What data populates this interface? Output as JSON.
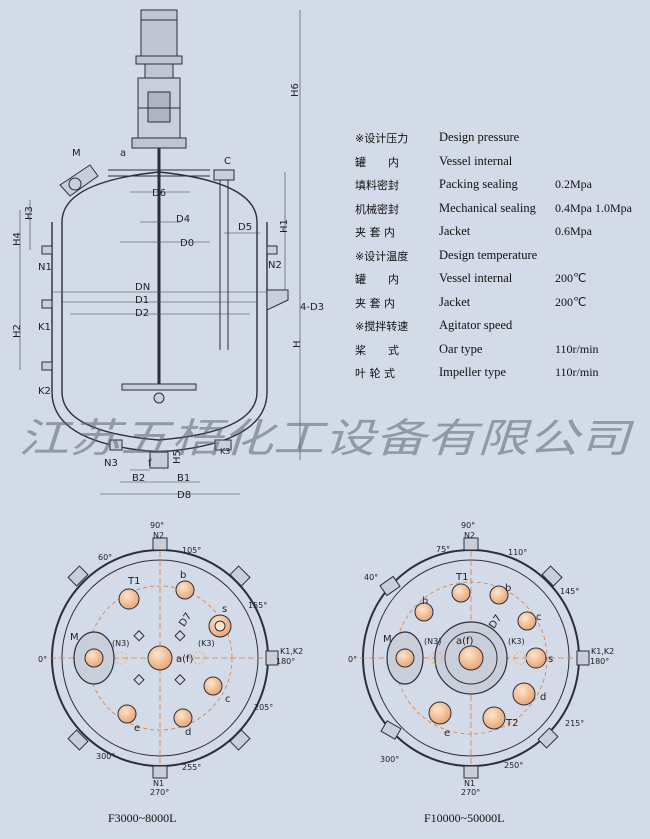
{
  "spec": {
    "rows": [
      {
        "cn": "※设计压力",
        "en": "Design pressure",
        "val": ""
      },
      {
        "cn": "罐　　内",
        "en": "Vessel internal",
        "val": ""
      },
      {
        "cn": "填料密封",
        "en": "Packing sealing",
        "val": "0.2Mpa"
      },
      {
        "cn": "机械密封",
        "en": "Mechanical sealing",
        "val": "0.4Mpa  1.0Mpa"
      },
      {
        "cn": "夹 套 内",
        "en": "Jacket",
        "val": "0.6Mpa"
      },
      {
        "cn": "※设计温度",
        "en": "Design temperature",
        "val": ""
      },
      {
        "cn": "罐　　内",
        "en": "Vessel internal",
        "val": "200℃"
      },
      {
        "cn": "夹 套 内",
        "en": "Jacket",
        "val": "200℃"
      },
      {
        "cn": "※搅拌转速",
        "en": "Agitator speed",
        "val": ""
      },
      {
        "cn": "桨　　式",
        "en": "Oar type",
        "val": "110r/min"
      },
      {
        "cn": "叶 轮 式",
        "en": "Impeller type",
        "val": "110r/min"
      }
    ]
  },
  "watermark": "江苏五梧化工设备有限公司",
  "elevation": {
    "labels": {
      "M": "M",
      "a": "a",
      "C": "C",
      "D6": "D6",
      "D4": "D4",
      "D0": "D0",
      "D5": "D5",
      "DN": "DN",
      "D1": "D1",
      "D2": "D2",
      "D3": "4-D3",
      "H6": "H6",
      "H1": "H1",
      "H": "H",
      "H3": "H3",
      "H4": "H4",
      "H2": "H2",
      "H5": "H5",
      "N1": "N1",
      "N2": "N2",
      "N3": "N3",
      "K1": "K1",
      "K2": "K2",
      "K3": "K3",
      "B2": "B2",
      "B1": "B1",
      "D8": "D8",
      "f": "f"
    }
  },
  "plan_left": {
    "caption": "F3000~8000L",
    "angles": {
      "a90": "90°",
      "a60": "60°",
      "a105": "105°",
      "a155": "155°",
      "a0": "0°",
      "a180": "180°",
      "a205": "205°",
      "a255": "255°",
      "a270": "270°",
      "a300": "300°"
    },
    "nozzles": {
      "N2": "N2",
      "N1": "N1",
      "T1": "T1",
      "b": "b",
      "s": "s",
      "M": "M",
      "N3": "(N3)",
      "K3": "(K3)",
      "af": "a(f)",
      "c": "c",
      "d": "d",
      "e": "e",
      "D7": "D7",
      "K12": "K1,K2"
    }
  },
  "plan_right": {
    "caption": "F10000~50000L",
    "angles": {
      "a90": "90°",
      "a75": "75°",
      "a110": "110°",
      "a40": "40°",
      "a145": "145°",
      "a0": "0°",
      "a180": "180°",
      "a215": "215°",
      "a250": "250°",
      "a270": "270°",
      "a300": "300°"
    },
    "nozzles": {
      "N2": "N2",
      "N1": "N1",
      "T1": "T1",
      "b": "b",
      "h": "h",
      "c": "c",
      "s": "s",
      "M": "M",
      "N3": "(N3)",
      "K3": "(K3)",
      "af": "a(f)",
      "d": "d",
      "e": "e",
      "T2": "T2",
      "D7": "D7",
      "K12": "K1,K2"
    }
  },
  "colors": {
    "background": "#d3dbe8",
    "line": "#2a2f3a",
    "nozzle_fill": "#f2c29a",
    "nozzle_hidden": "#f0b060",
    "dash": "#e07a3a"
  }
}
